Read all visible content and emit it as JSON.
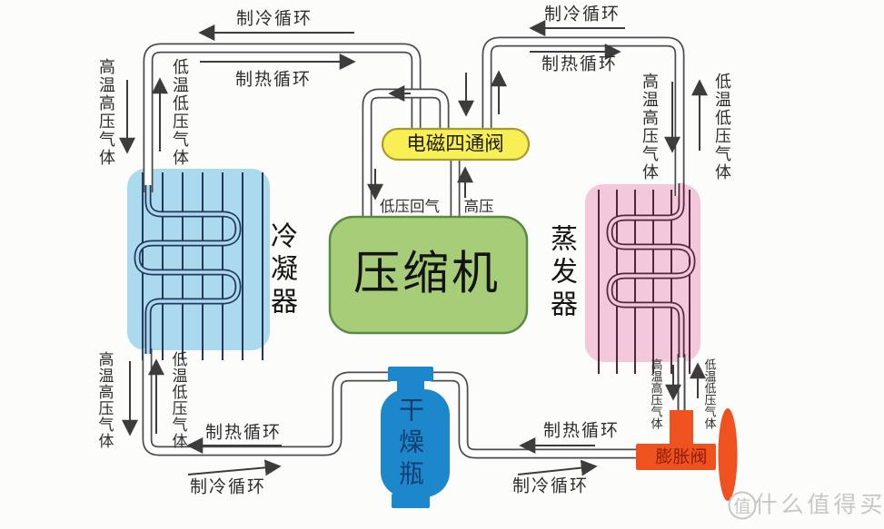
{
  "labels": {
    "cooling_cycle": "制冷循环",
    "heating_cycle": "制热循环",
    "high_temp_high_pressure_gas": "高温高压气体",
    "low_temp_low_pressure_gas": "低温低压气体",
    "low_pressure_return_gas": "低压回气",
    "high_pressure": "高压"
  },
  "components": {
    "four_way_valve": "电磁四通阀",
    "compressor": "压缩机",
    "condenser": "冷凝器",
    "evaporator": "蒸发器",
    "drying_bottle": "干燥瓶",
    "expansion_valve": "膨胀阀"
  },
  "watermark": {
    "logo": "值",
    "text": "什么值得买"
  },
  "colors": {
    "condenser_fill": "#abdaef",
    "condenser_coil": "#23365c",
    "evaporator_fill": "#f3c8da",
    "evaporator_coil": "#532639",
    "compressor_fill": "#a7cd79",
    "compressor_border": "#5a8a43",
    "four_way_valve_fill": "#f8ef55",
    "four_way_valve_border": "#a79b2e",
    "drying_bottle_fill": "#1d87cb",
    "expansion_valve_fill": "#f0521f",
    "pipe_outline": "#4c4c4c",
    "arrow": "#3c3c3c",
    "watermark": "#c7c7c7"
  }
}
